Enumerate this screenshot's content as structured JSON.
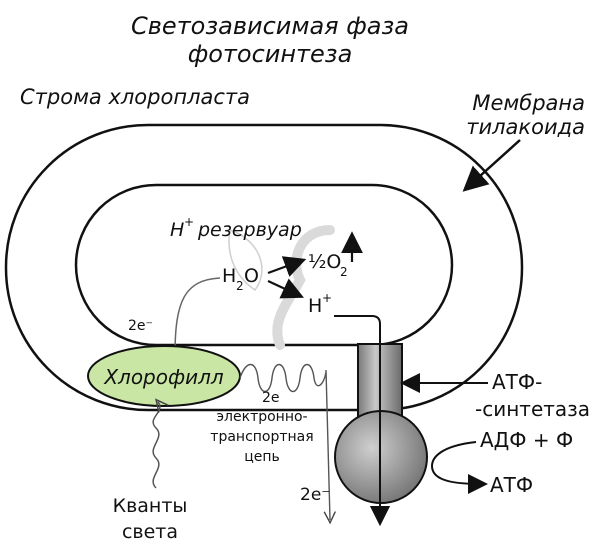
{
  "title": {
    "line1": "Светозависимая фаза",
    "line2": "фотосинтеза"
  },
  "labels": {
    "stroma": "Строма хлоропласта",
    "membrane_line1": "Мембрана",
    "membrane_line2": "тилакоида",
    "h_reservoir_h": "H",
    "h_reservoir_plus": "+",
    "h_reservoir_word": "резервуар",
    "water_h": "H",
    "water_sub": "2",
    "water_o": "O",
    "oxygen_half": "½O",
    "oxygen_sub": "2",
    "proton_h": "H",
    "proton_plus": "+",
    "electrons_top": "2e⁻",
    "chlorophyll": "Хлорофилл",
    "electrons_mid": "2e",
    "etc_line1": "электронно-",
    "etc_line2": "транспортная",
    "etc_line3": "цепь",
    "electrons_bottom": "2e⁻",
    "quanta_line1": "Кванты",
    "quanta_line2": "света",
    "atp_synthase_line1": "АТФ-",
    "atp_synthase_line2": "-синтетаза",
    "adp_plus_p": "АДФ + Ф",
    "atp": "АТФ"
  },
  "colors": {
    "chlorophyll_fill": "#c9e6a4",
    "synthase_gray": "#9b9b9b",
    "stroke": "#111111"
  }
}
